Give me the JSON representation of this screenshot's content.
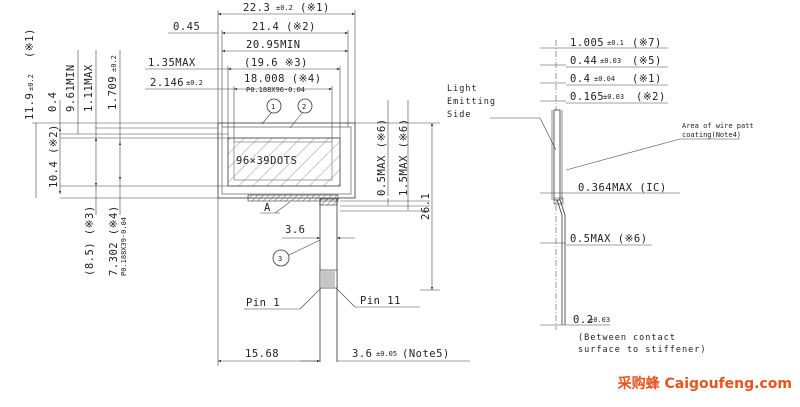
{
  "dims_top": {
    "overall_width": "22.3",
    "overall_width_tol": "±0.2",
    "overall_width_note": "(※1)",
    "offset_left": "0.45",
    "width_21_4": "21.4 (※2)",
    "min_width": "20.95MIN",
    "max_left": "1.35MAX",
    "width_19_6": "(19.6 ※3)",
    "left_2146": "2.146",
    "left_2146_tol": "±0.2",
    "width_18008": "18.008 (※4)",
    "pitch_label": "P0.188X96-0.04"
  },
  "dims_left": {
    "h_11_9": "11.9",
    "h_11_9_tol": "±0.2",
    "h_11_9_note": "(※1)",
    "h_0_4": "0.4",
    "h_9_61": "9.61MIN",
    "h_1_11": "1.11MAX",
    "h_1_709": "1.709",
    "h_1_709_tol": "±0.2",
    "h_10_4": "10.4 (※2)",
    "h_8_5": "(8.5) (※3)",
    "h_7_302": "7.302 (※4)",
    "h_7_302_pitch": "P0.188X39-0.04"
  },
  "dims_right": {
    "v_0_5": "0.5MAX (※6)",
    "v_1_5": "1.5MAX (※6)",
    "v_26_1": "26.1"
  },
  "display": {
    "resolution": "96×39DOTS",
    "marker_1": "1",
    "marker_2": "2",
    "marker_3": "3",
    "marker_a": "A"
  },
  "fpc": {
    "width": "3.6",
    "pin_1": "Pin 1",
    "pin_11": "Pin 11"
  },
  "dims_bottom": {
    "left_15_68": "15.68",
    "right_3_6": "3.6",
    "right_3_6_tol": "±0.05",
    "right_3_6_note": "(Note5)"
  },
  "side_view": {
    "light_1": "Light",
    "light_2": "Emitting",
    "light_3": "Side",
    "t_1005": "1.005",
    "t_1005_tol": "±0.1",
    "t_1005_note": "(※7)",
    "t_044": "0.44",
    "t_044_tol": "±0.03",
    "t_044_note": "(※5)",
    "t_04": "0.4",
    "t_04_tol": "±0.04",
    "t_04_note": "(※1)",
    "t_0165": "0.165",
    "t_0165_tol": "±0.03",
    "t_0165_note": "(※2)",
    "ic_max": "0.364MAX (IC)",
    "v_05": "0.5MAX (※6)",
    "t_02": "0.2",
    "t_02_tol": "±0.03",
    "between_1": "(Between contact",
    "between_2": "surface to stiffener)",
    "wire_note_1": "Area of wire patt",
    "wire_note_2": "coating(Note4)"
  },
  "watermark": "采购蜂 Caigoufeng.com"
}
